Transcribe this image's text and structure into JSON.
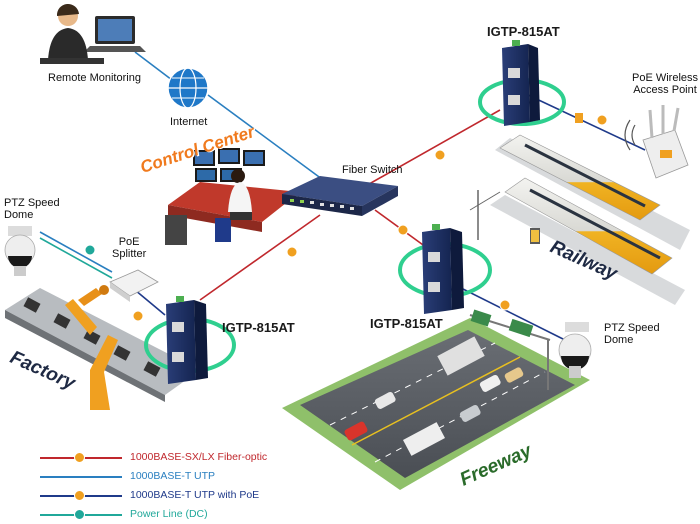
{
  "labels": {
    "remote_monitoring": "Remote Monitoring",
    "internet": "Internet",
    "control_center": "Control Center",
    "fiber_switch": "Fiber Switch",
    "igtp_top": "IGTP-815AT",
    "igtp_middle": "IGTP-815AT",
    "igtp_left": "IGTP-815AT",
    "poe_ap_line1": "PoE Wireless",
    "poe_ap_line2": "Access Point",
    "ptz_left_line1": "PTZ Speed",
    "ptz_left_line2": "Dome",
    "poe_splitter_line1": "PoE",
    "poe_splitter_line2": "Splitter",
    "ptz_right_line1": "PTZ Speed",
    "ptz_right_line2": "Dome",
    "factory": "Factory",
    "railway": "Railway",
    "freeway": "Freeway"
  },
  "legend": [
    {
      "label": "1000BASE-SX/LX Fiber-optic",
      "color": "#c0282d",
      "dot": "#f0a020"
    },
    {
      "label": "1000BASE-T UTP",
      "color": "#2a7fc0",
      "dot": ""
    },
    {
      "label": "1000BASE-T UTP with PoE",
      "color": "#1f3a8a",
      "dot": "#f0a020"
    },
    {
      "label": "Power Line (DC)",
      "color": "#20a89a",
      "dot": "#20a89a"
    }
  ],
  "colors": {
    "fiber": "#c0282d",
    "utp": "#2a7fc0",
    "poe": "#1f3a8a",
    "power": "#20a89a",
    "ring": "#2fcf8f",
    "device": "#1f2f5f",
    "accent": "#f07a1e"
  }
}
